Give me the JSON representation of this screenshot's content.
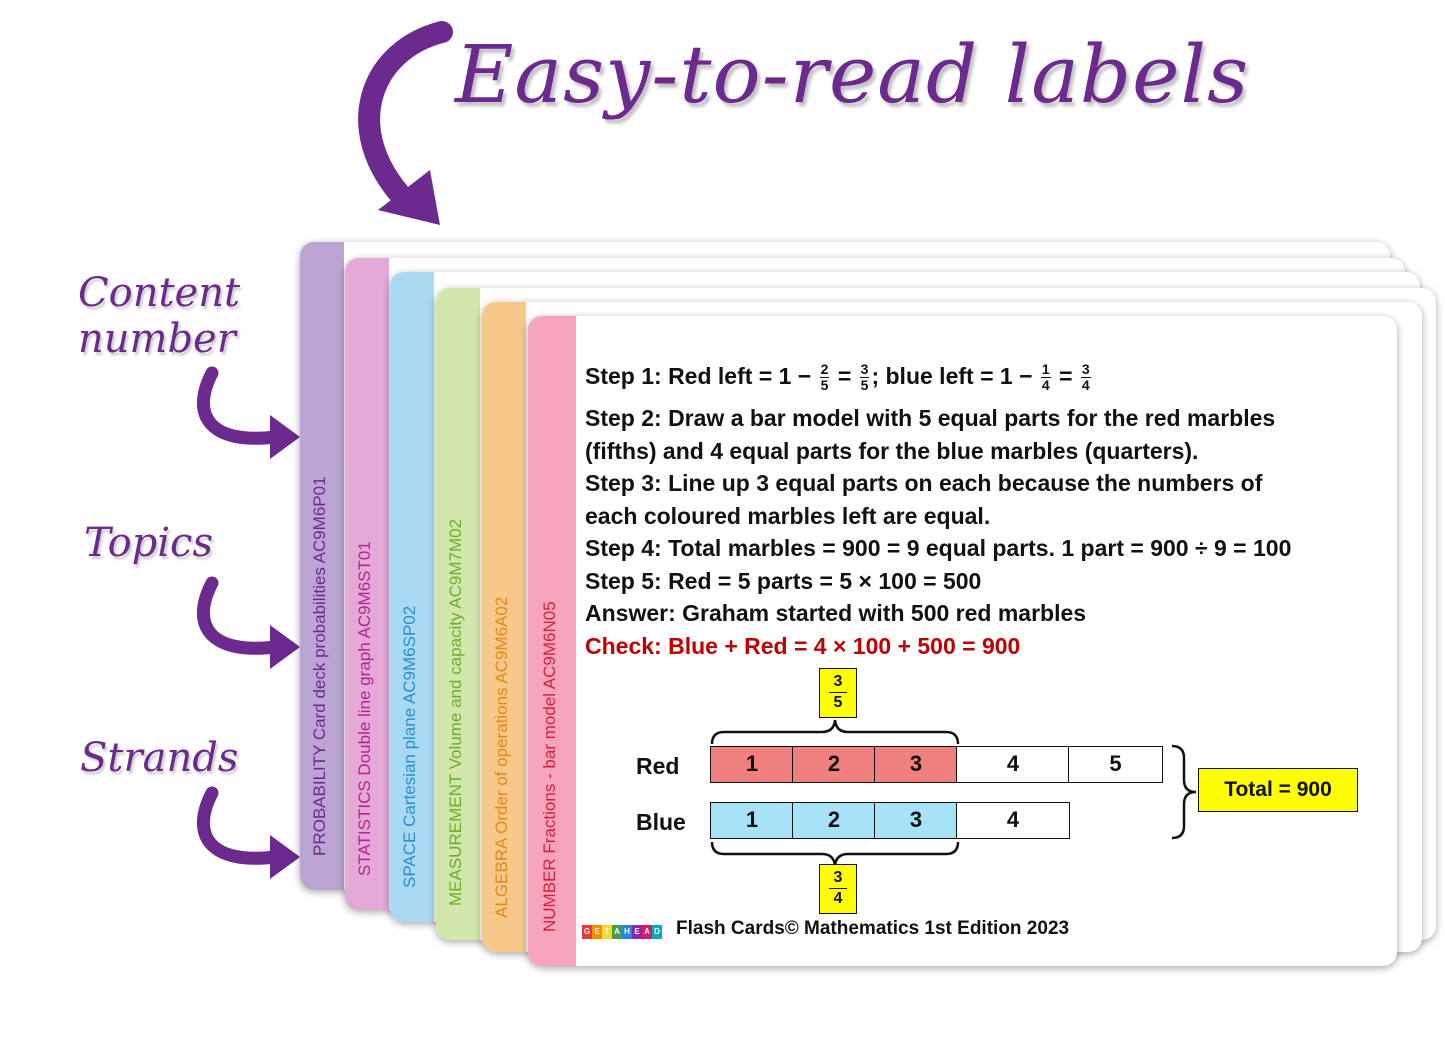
{
  "headline": "Easy-to-read labels",
  "side_labels": {
    "content_number": [
      "Content",
      "number"
    ],
    "topics": "Topics",
    "strands": "Strands"
  },
  "cards": [
    {
      "label": "PROBABILITY Card deck probabilities AC9M6P01",
      "color": "#bba5d3",
      "text_color": "#6c2a8e"
    },
    {
      "label": "STATISTICS Double line graph AC9M6ST01",
      "color": "#e5a9d8",
      "text_color": "#b0278f"
    },
    {
      "label": "SPACE Cartesian plane AC9M6SP02",
      "color": "#a9d9f3",
      "text_color": "#2a8fcf"
    },
    {
      "label": "MEASUREMENT Volume and capacity AC9M7M02",
      "color": "#d2e7ac",
      "text_color": "#6fae2a"
    },
    {
      "label": "ALGEBRA Order of operations AC9M6A02",
      "color": "#f8c78a",
      "text_color": "#e48a1a"
    },
    {
      "label": "NUMBER Fractions - bar model AC9M6N05",
      "color": "#f7a5bb",
      "text_color": "#d81f3d"
    }
  ],
  "front_card": {
    "step1": {
      "a": "Step 1: Red left = 1 − ",
      "f1n": "2",
      "f1d": "5",
      "b": " = ",
      "f2n": "3",
      "f2d": "5",
      "c": "; blue left = 1 − ",
      "f3n": "1",
      "f3d": "4",
      "d": " = ",
      "f4n": "3",
      "f4d": "4"
    },
    "lines": [
      "Step 2: Draw a bar model with 5 equal parts for the red marbles",
      "(fifths) and 4 equal parts for the blue marbles (quarters).",
      "Step 3: Line up 3 equal parts on each because the numbers of",
      "each coloured marbles left are equal.",
      "Step 4: Total marbles = 900 = 9 equal parts. 1 part = 900 ÷ 9 = 100",
      "Step 5: Red = 5 parts = 5 × 100 = 500",
      "Answer: Graham started with 500 red marbles"
    ],
    "check": "Check: Blue + Red = 4 × 100 + 500 = 900",
    "check_color": "#c00000",
    "bar_model": {
      "red_label": "Red",
      "blue_label": "Blue",
      "red_parts": [
        "1",
        "2",
        "3",
        "4",
        "5"
      ],
      "blue_parts": [
        "1",
        "2",
        "3",
        "4"
      ],
      "red_shaded": 3,
      "blue_shaded": 3,
      "red_fill": "#f08080",
      "blue_fill": "#a6e3f7",
      "top_fraction": {
        "num": "3",
        "den": "5"
      },
      "bottom_fraction": {
        "num": "3",
        "den": "4"
      },
      "total": "Total = 900"
    },
    "footer": {
      "logo_letters": [
        "G",
        "E",
        "T",
        "A",
        "H",
        "E",
        "A",
        "D"
      ],
      "logo_colors": [
        "#e53935",
        "#fb8c00",
        "#fdd835",
        "#43a047",
        "#1e88e5",
        "#8e24aa",
        "#d81b60",
        "#00acc1"
      ],
      "text": "Flash Cards© Mathematics 1st Edition 2023"
    }
  }
}
